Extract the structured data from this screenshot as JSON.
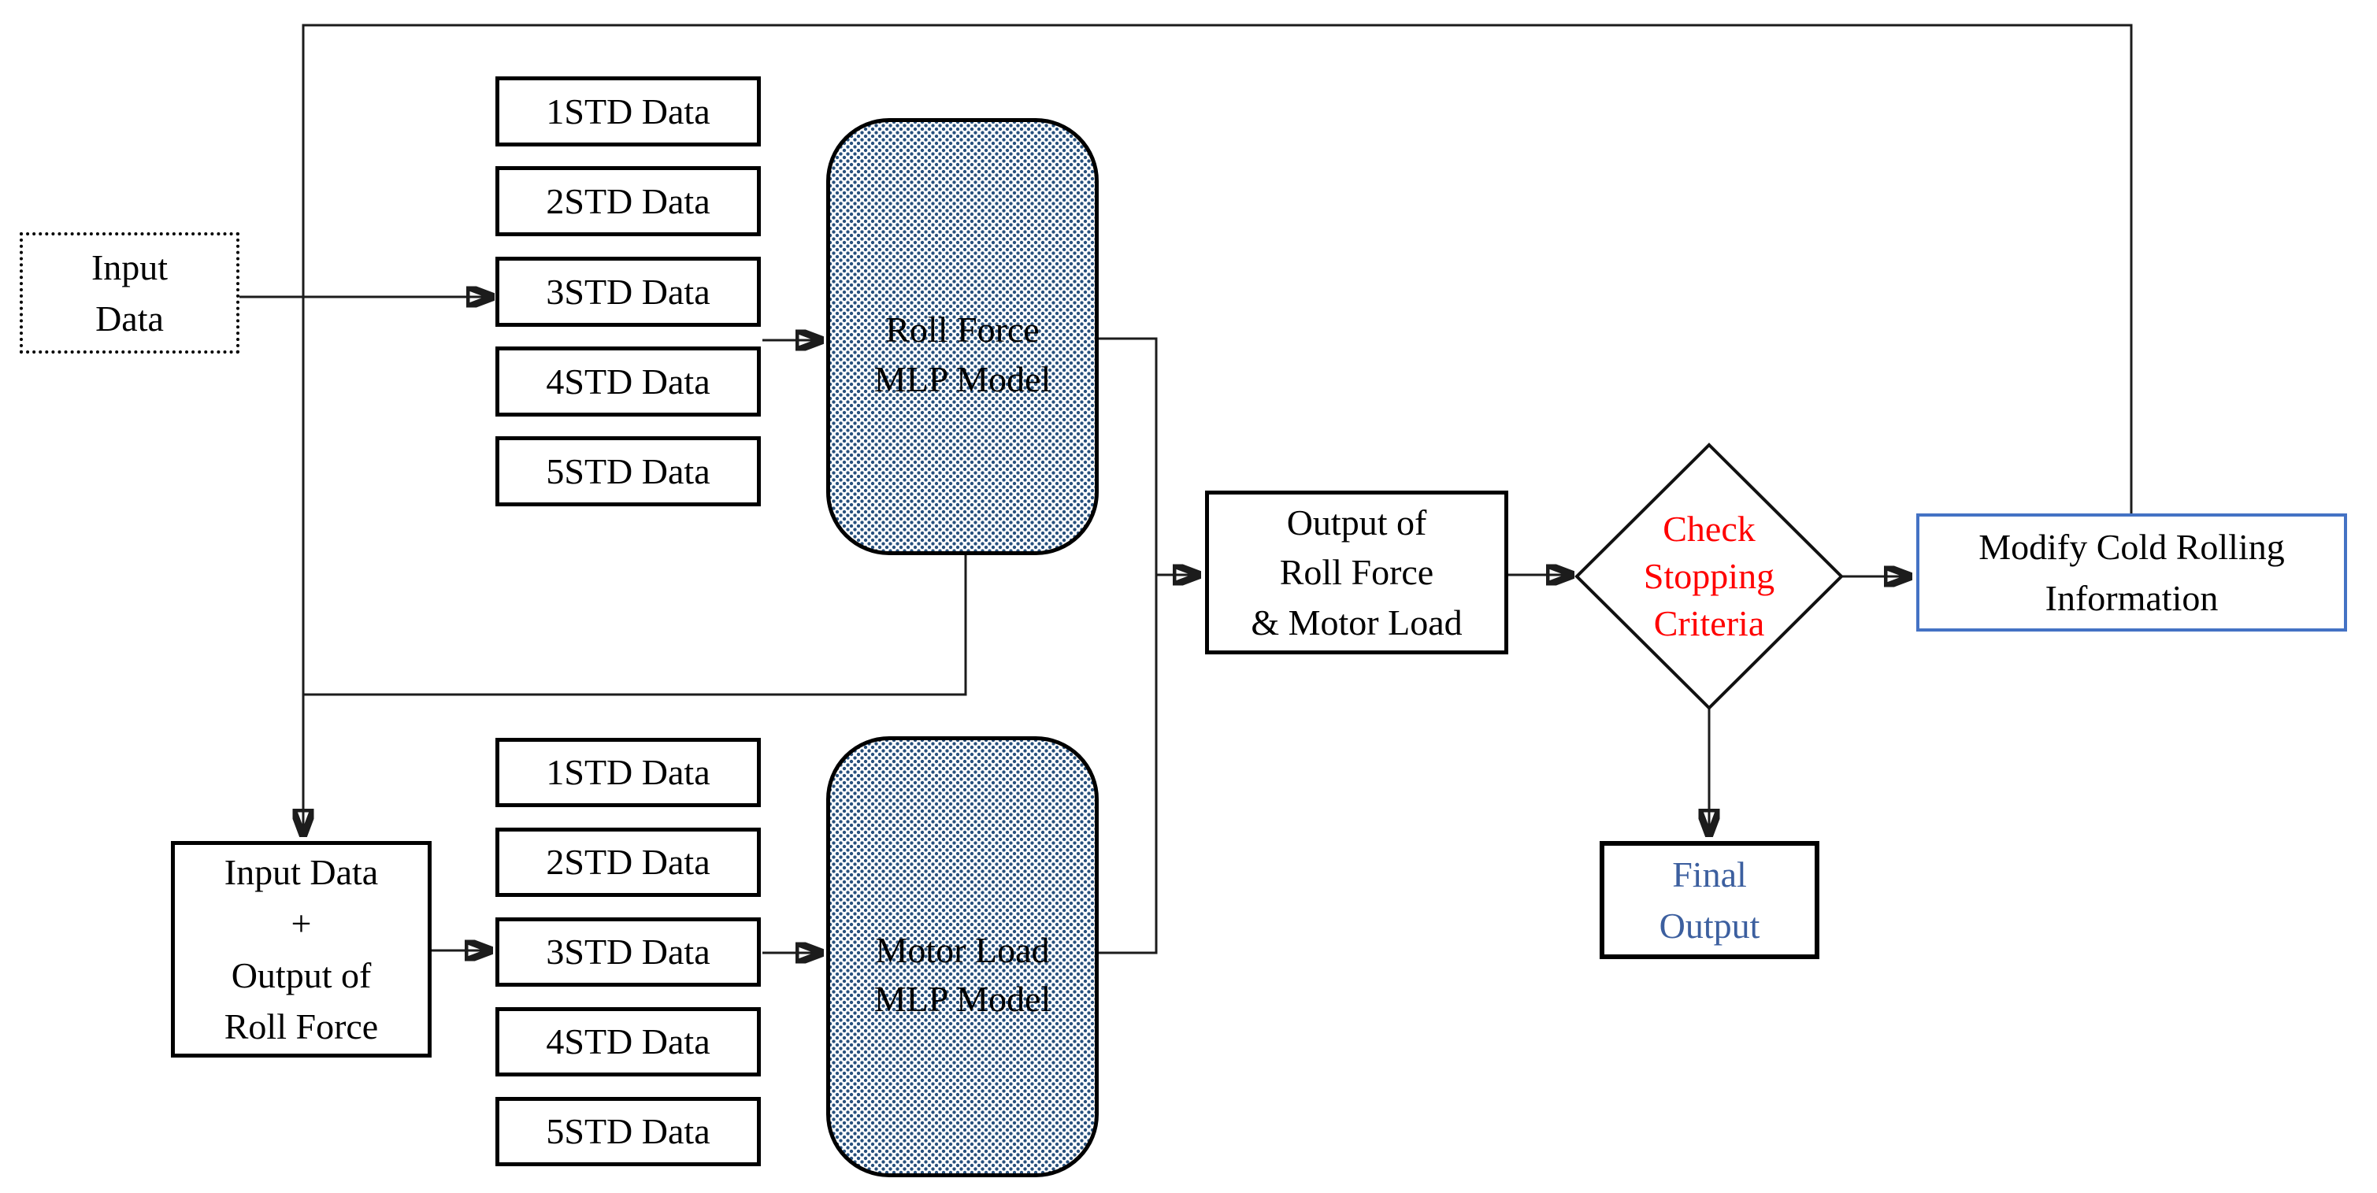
{
  "colors": {
    "line": "#1c1c1c",
    "border": "#000000",
    "accent_blue": "#4472C4",
    "blue_text": "#3C5F9F",
    "red_text": "#FF0000",
    "pattern_dot": "#27507D"
  },
  "nodes": {
    "input_data": {
      "lines": [
        "Input",
        "Data"
      ]
    },
    "upper_stack": {
      "items": [
        "1STD Data",
        "2STD Data",
        "3STD Data",
        "4STD Data",
        "5STD Data"
      ]
    },
    "lower_stack": {
      "items": [
        "1STD Data",
        "2STD Data",
        "3STD Data",
        "4STD Data",
        "5STD Data"
      ]
    },
    "roll_force_model": {
      "lines": [
        "Roll Force",
        "MLP Model"
      ]
    },
    "motor_load_model": {
      "lines": [
        "Motor Load",
        "MLP Model"
      ]
    },
    "combine_box": {
      "lines": [
        "Input Data",
        "+",
        "Output of",
        "Roll Force"
      ]
    },
    "output_box": {
      "lines": [
        "Output of",
        "Roll Force",
        "& Motor Load"
      ]
    },
    "decision": {
      "lines": [
        "Check",
        "Stopping",
        "Criteria"
      ]
    },
    "modify_box": {
      "lines": [
        "Modify Cold Rolling",
        "Information"
      ]
    },
    "final_output": {
      "lines": [
        "Final",
        "Output"
      ]
    }
  }
}
